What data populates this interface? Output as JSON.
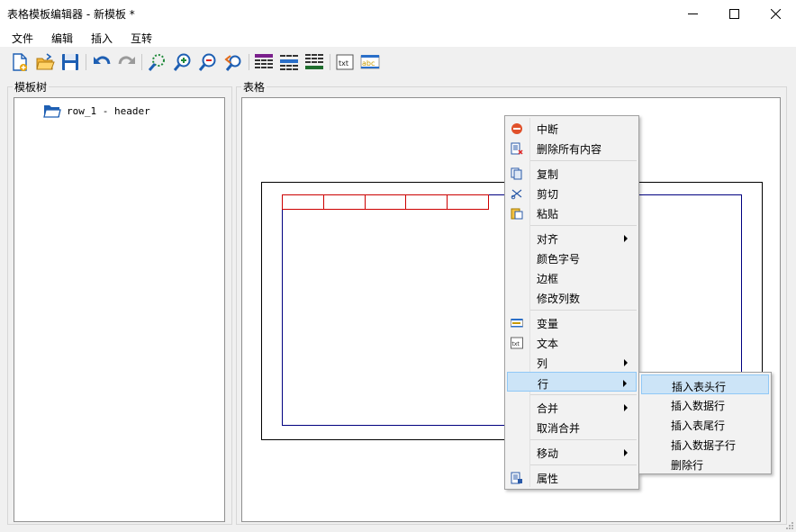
{
  "window": {
    "title": "表格模板编辑器 - 新模板 *",
    "minimize_icon": "minimize-icon",
    "maximize_icon": "maximize-icon",
    "close_icon": "close-icon"
  },
  "menubar": {
    "items": [
      "文件",
      "编辑",
      "插入",
      "互转"
    ]
  },
  "toolbar": {
    "buttons": [
      {
        "name": "new-file-icon"
      },
      {
        "name": "open-folder-icon"
      },
      {
        "name": "save-icon"
      },
      {
        "name": "undo-icon"
      },
      {
        "name": "redo-icon"
      },
      {
        "name": "zoom-fit-icon"
      },
      {
        "name": "zoom-in-icon"
      },
      {
        "name": "zoom-out-icon"
      },
      {
        "name": "zoom-reset-icon"
      },
      {
        "name": "table-header-icon"
      },
      {
        "name": "table-data-icon"
      },
      {
        "name": "table-footer-icon"
      },
      {
        "name": "text-icon"
      },
      {
        "name": "variable-icon"
      }
    ],
    "colors": {
      "accent_purple": "#7a1f8c",
      "accent_blue": "#1e5fb3",
      "accent_green": "#1f6e2e"
    }
  },
  "left_panel": {
    "label": "模板树",
    "tree": [
      {
        "text": "row_1 - header",
        "icon": "folder-open-icon"
      }
    ]
  },
  "right_panel": {
    "label": "表格"
  },
  "context_menu": {
    "items": [
      {
        "label": "中断",
        "icon": "stop-icon"
      },
      {
        "label": "删除所有内容",
        "icon": "delete-all-icon"
      },
      {
        "label": "复制",
        "icon": "copy-icon"
      },
      {
        "label": "剪切",
        "icon": "cut-icon"
      },
      {
        "label": "粘贴",
        "icon": "paste-icon"
      },
      {
        "label": "对齐",
        "submenu": true
      },
      {
        "label": "颜色字号"
      },
      {
        "label": "边框"
      },
      {
        "label": "修改列数"
      },
      {
        "label": "变量",
        "icon": "variable-icon"
      },
      {
        "label": "文本",
        "icon": "text-icon"
      },
      {
        "label": "列",
        "submenu": true
      },
      {
        "label": "行",
        "submenu": true,
        "highlighted": true
      },
      {
        "label": "合并",
        "submenu": true
      },
      {
        "label": "取消合并"
      },
      {
        "label": "移动",
        "submenu": true
      },
      {
        "label": "属性",
        "icon": "properties-icon"
      }
    ]
  },
  "submenu": {
    "items": [
      {
        "label": "插入表头行",
        "highlighted": true
      },
      {
        "label": "插入数据行"
      },
      {
        "label": "插入表尾行"
      },
      {
        "label": "插入数据子行"
      },
      {
        "label": "删除行"
      }
    ]
  },
  "canvas": {
    "outer_border_color": "#000000",
    "body_color": "#000080",
    "header_row_color": "#cc0000"
  }
}
